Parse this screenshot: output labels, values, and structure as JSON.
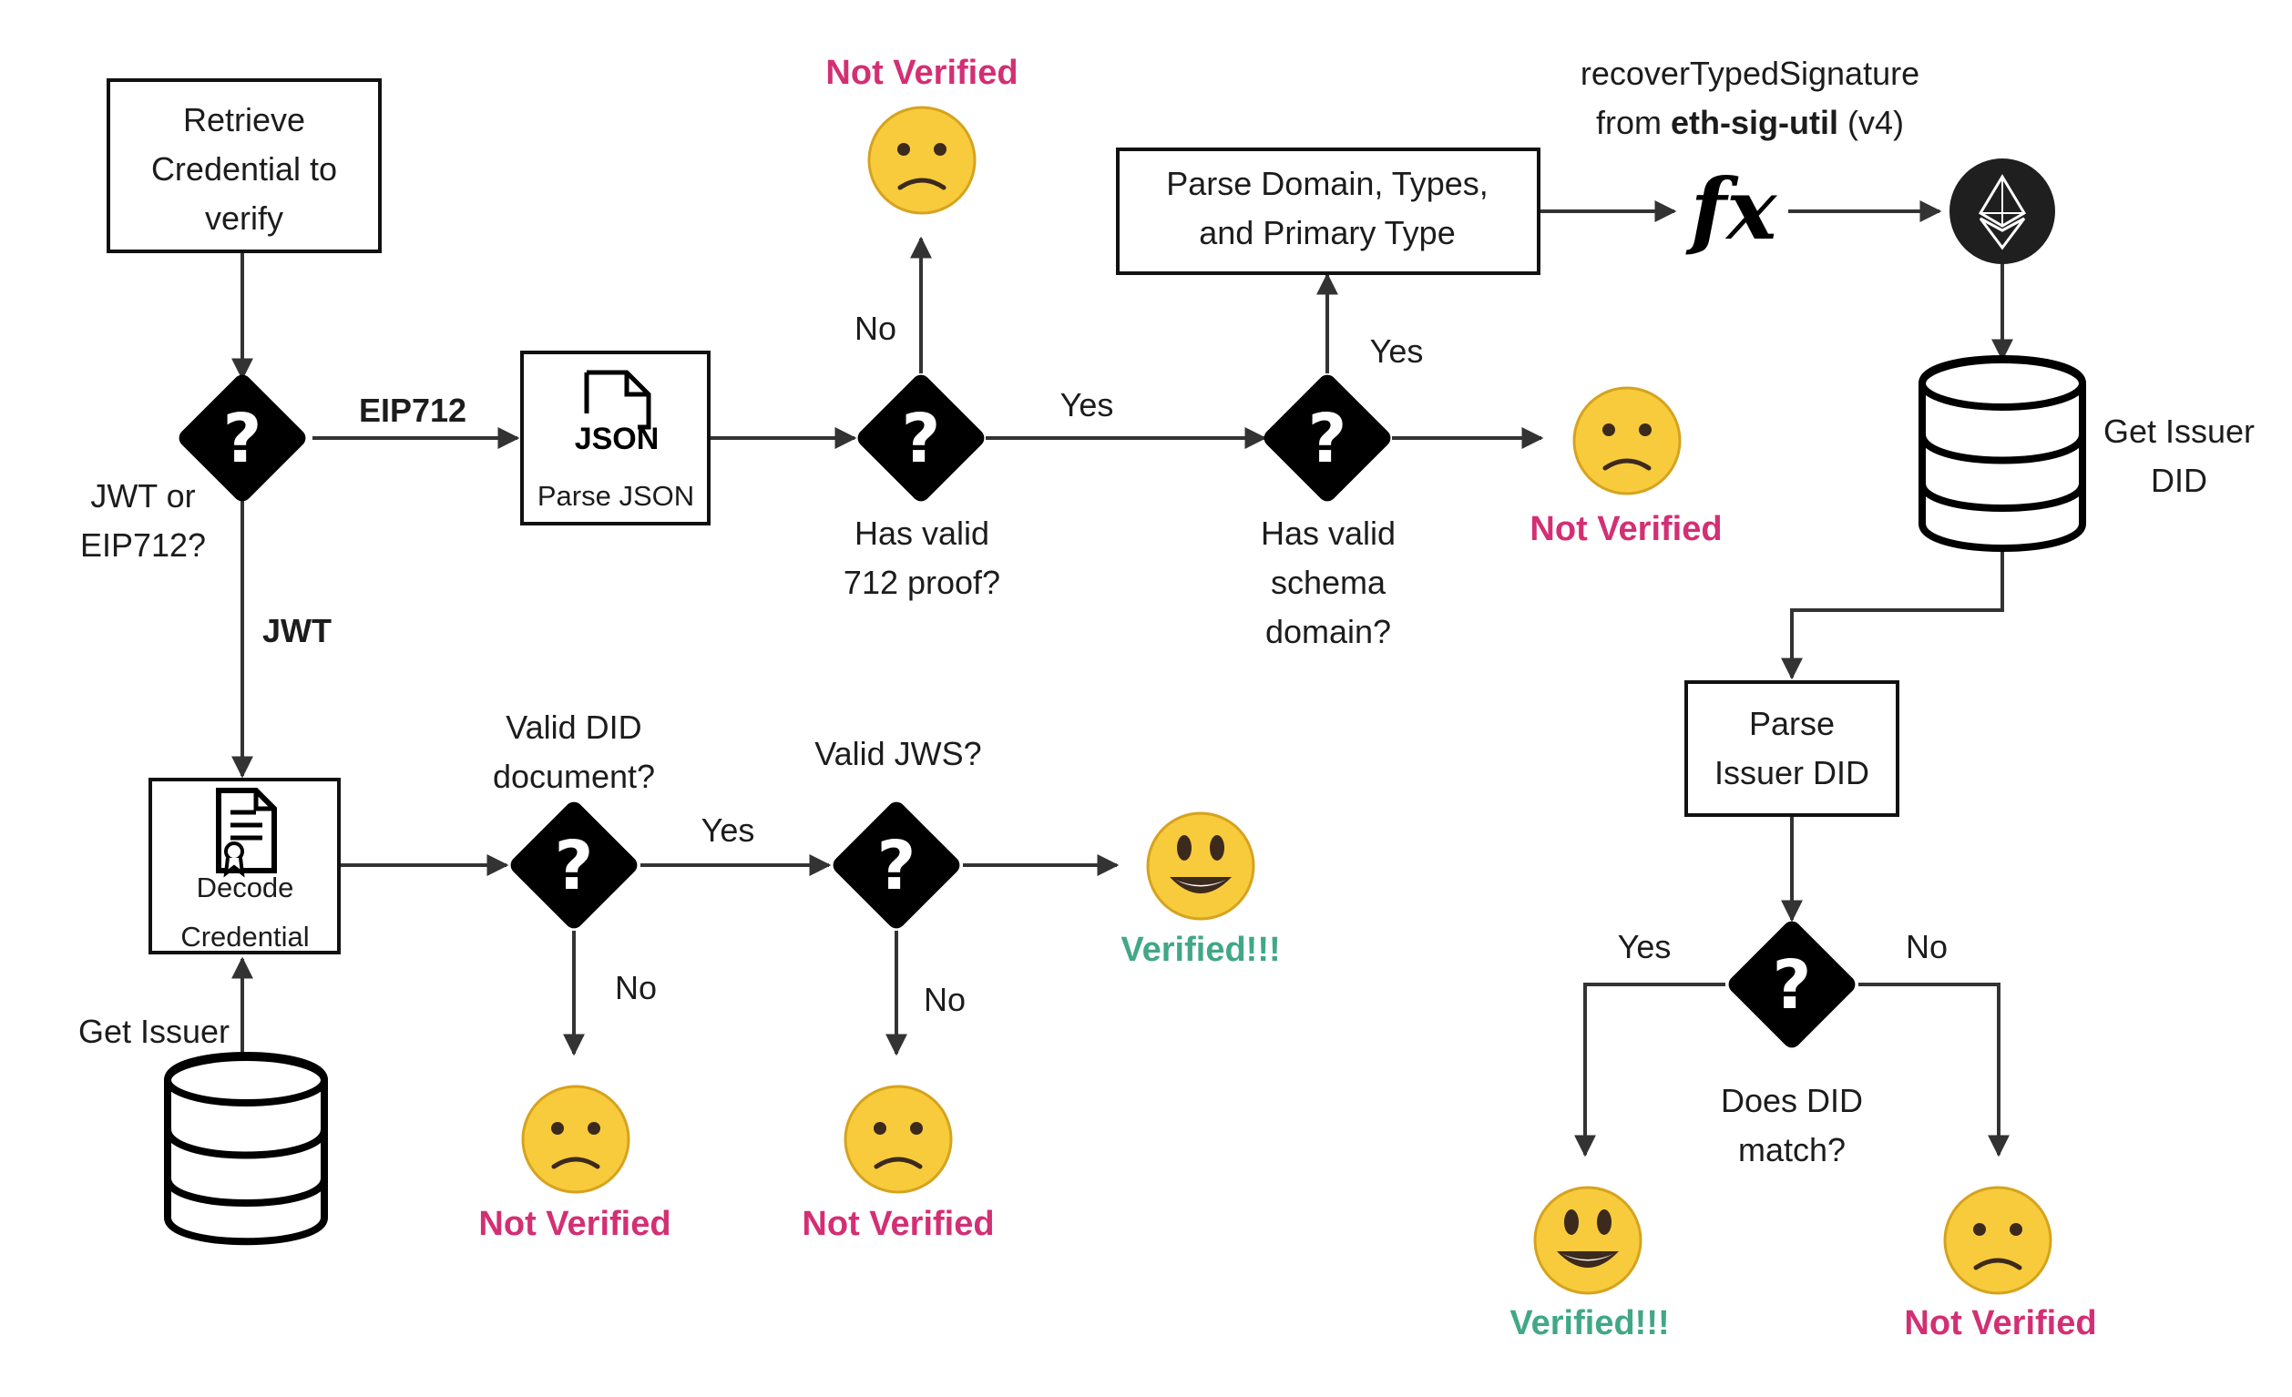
{
  "diagram": {
    "nodes": {
      "retrieve": "Retrieve\nCredential to\nverify",
      "jwt_or_eip712": "JWT or\nEIP712?",
      "parse_json": "Parse JSON",
      "json_icon_text": "JSON",
      "has_valid_712_proof": "Has valid\n712 proof?",
      "not_verified_top": "Not Verified",
      "parse_domain": "Parse Domain, Types,\nand Primary Type",
      "recover_typed_signature": "recoverTypedSignature",
      "from_eth_sig_util_prefix": "from ",
      "eth_sig_util": "eth-sig-util",
      "v4": " (v4)",
      "has_valid_schema_domain": "Has valid\nschema\ndomain?",
      "not_verified_schema": "Not Verified",
      "get_issuer_did": "Get Issuer\nDID",
      "parse_issuer_did": "Parse\nIssuer DID",
      "does_did_match": "Does DID\nmatch?",
      "verified_did_yes": "Verified!!!",
      "not_verified_did_no": "Not Verified",
      "decode_credential": "Decode\nCredential",
      "get_issuer": "Get Issuer",
      "valid_did_document": "Valid DID\ndocument?",
      "valid_jws": "Valid JWS?",
      "not_verified_did_document": "Not Verified",
      "not_verified_jws": "Not Verified",
      "verified_jws": "Verified!!!"
    },
    "edges": {
      "eip712": "EIP712",
      "jwt": "JWT",
      "proof_no": "No",
      "proof_yes": "Yes",
      "schema_yes": "Yes",
      "did_document_yes": "Yes",
      "did_document_no": "No",
      "jws_no": "No",
      "did_match_yes": "Yes",
      "did_match_no": "No"
    },
    "icons": {
      "fx_text": "fx",
      "question_mark": "?",
      "ethereum": "ethereum-icon",
      "database": "database-icon",
      "document": "certificate-document-icon",
      "json": "json-file-icon",
      "sad_face": "sad-face-icon",
      "happy_face": "happy-face-icon"
    },
    "colors": {
      "not_verified": "#d32f74",
      "verified": "#41a787",
      "decision": "#000000",
      "line": "#333333"
    }
  }
}
